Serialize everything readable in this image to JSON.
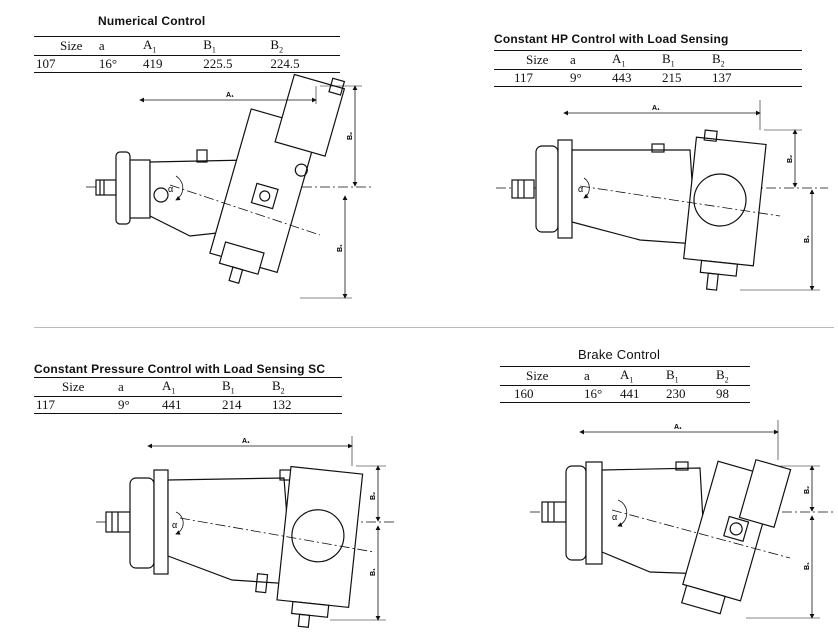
{
  "quadrants": [
    {
      "id": "numerical",
      "title": "Numerical Control",
      "headers": [
        "Size",
        "a",
        "A",
        "B",
        "B"
      ],
      "subs": [
        "",
        "",
        "1",
        "1",
        "2"
      ],
      "values": [
        "107",
        "16°",
        "419",
        "225.5",
        "224.5"
      ],
      "dims": {
        "a1": "A₁",
        "b1": "B₁",
        "b2": "B₂",
        "alpha": "α"
      }
    },
    {
      "id": "constant-hp",
      "title": "Constant HP Control with Load Sensing",
      "headers": [
        "Size",
        "a",
        "A",
        "B",
        "B"
      ],
      "subs": [
        "",
        "",
        "1",
        "1",
        "2"
      ],
      "values": [
        "117",
        "9°",
        "443",
        "215",
        "137"
      ],
      "dims": {
        "a1": "A₁",
        "b1": "B₁",
        "b2": "B₂",
        "alpha": "α"
      }
    },
    {
      "id": "constant-pressure",
      "title": "Constant Pressure Control with Load Sensing SC",
      "headers": [
        "Size",
        "a",
        "A",
        "B",
        "B"
      ],
      "subs": [
        "",
        "",
        "1",
        "1",
        "2"
      ],
      "values": [
        "117",
        "9°",
        "441",
        "214",
        "132"
      ],
      "dims": {
        "a1": "A₁",
        "b1": "B₁",
        "b2": "B₂",
        "alpha": "α"
      }
    },
    {
      "id": "brake",
      "title": "Brake Control",
      "headers": [
        "Size",
        "a",
        "A",
        "B",
        "B"
      ],
      "subs": [
        "",
        "",
        "1",
        "1",
        "2"
      ],
      "values": [
        "160",
        "16°",
        "441",
        "230",
        "98"
      ],
      "dims": {
        "a1": "A₁",
        "b1": "B₁",
        "b2": "B₂",
        "alpha": "α"
      }
    }
  ]
}
